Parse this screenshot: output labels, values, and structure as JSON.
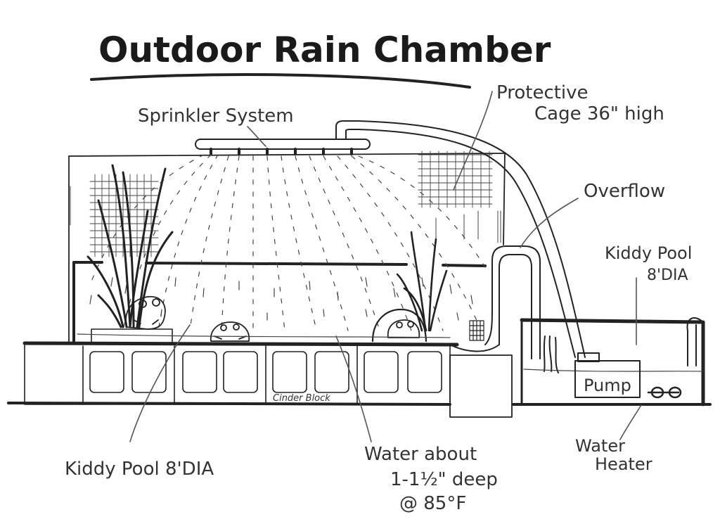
{
  "title": "Outdoor Rain Chamber",
  "labels": {
    "sprinkler": "Sprinkler System",
    "cage_line1": "Protective",
    "cage_line2": "Cage 36\" high",
    "overflow": "Overflow",
    "pool_right_line1": "Kiddy Pool",
    "pool_right_line2": "8'DIA",
    "pump": "Pump",
    "cinder": "Cinder Block",
    "pool_left": "Kiddy Pool 8'DIA",
    "water_line1": "Water about",
    "water_line2": "1-1½\" deep",
    "water_line3": "@ 85°F",
    "heater_line1": "Water",
    "heater_line2": "Heater"
  }
}
